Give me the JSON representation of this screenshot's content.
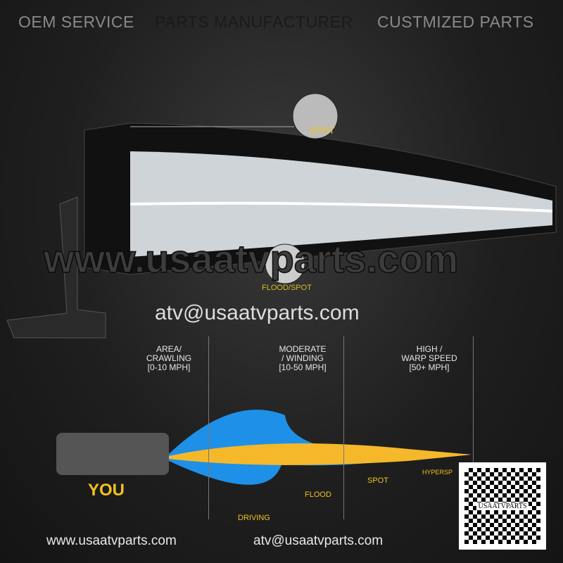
{
  "header": {
    "items": [
      "OEM SERVICE",
      "PARTS MANUFACTURER",
      "CUSTMIZED PARTS"
    ]
  },
  "labels": {
    "spot_top": "SPOT",
    "flood_spot": "FLOOD/SPOT",
    "you": "YOU",
    "flood": "FLOOD",
    "spot": "SPOT",
    "driving": "DRIVING",
    "hyperspot": "HYPERSP"
  },
  "zones": [
    {
      "title": "AREA/\nCRAWLING",
      "speed": "[0-10 MPH]"
    },
    {
      "title": "MODERATE\n/ WINDING",
      "speed": "[10-50 MPH]"
    },
    {
      "title": "HIGH /\nWARP SPEED",
      "speed": "[50+ MPH]"
    }
  ],
  "watermark": {
    "site": "www.usaatvparts.com",
    "email": "atv@usaatvparts.com"
  },
  "qr": {
    "text": "USAATVPARTS"
  },
  "footer": {
    "site": "www.usaatvparts.com",
    "email": "atv@usaatvparts.com"
  },
  "colors": {
    "accent": "#f2c21a",
    "beam_blue": "#1e90e8",
    "beam_yellow": "#f5b82a"
  }
}
